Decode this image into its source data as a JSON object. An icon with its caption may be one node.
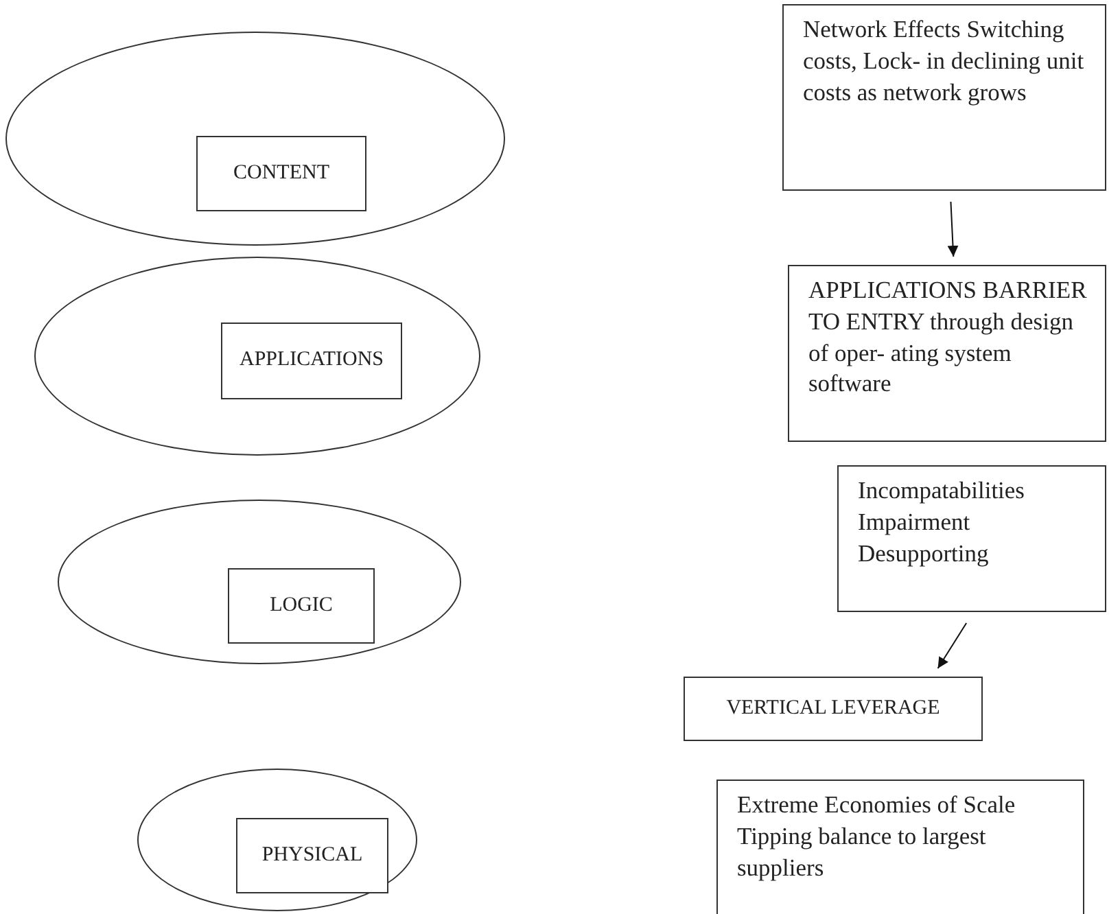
{
  "diagram": {
    "nodes": [
      {
        "text": [],
        "shape": "ellipse"
      },
      {
        "text": [
          "CONTENT"
        ],
        "in": 0
      },
      {
        "text": [
          "Network Effects Switching costs, Lock- in declining unit costs as network grows"
        ]
      },
      {
        "text": [],
        "shape": "ellipse"
      },
      {
        "text": [
          "APPLICATIONS"
        ],
        "in": 3
      },
      {
        "text": [
          "APPLICATIONS BARRIER TO ENTRY through design of oper- ating system software"
        ]
      },
      {
        "text": [
          "Incompatabilities Impairment Desupporting"
        ]
      },
      {
        "text": [],
        "shape": "ellipse"
      },
      {
        "text": [
          "LOGIC"
        ],
        "in": 7
      },
      {
        "text": [
          "VERTICAL LEVERAGE"
        ]
      },
      {
        "text": [],
        "shape": "ellipse"
      },
      {
        "text": [
          "PHYSICAL"
        ],
        "in": 10
      },
      {
        "text": [
          "Extreme Economies of Scale Tipping balance to largest suppliers"
        ]
      }
    ],
    "edges": [
      {
        "from": 2,
        "to": 5,
        "arrow": "to"
      },
      {
        "from": 6,
        "to": 9,
        "arrow": "to"
      }
    ]
  }
}
